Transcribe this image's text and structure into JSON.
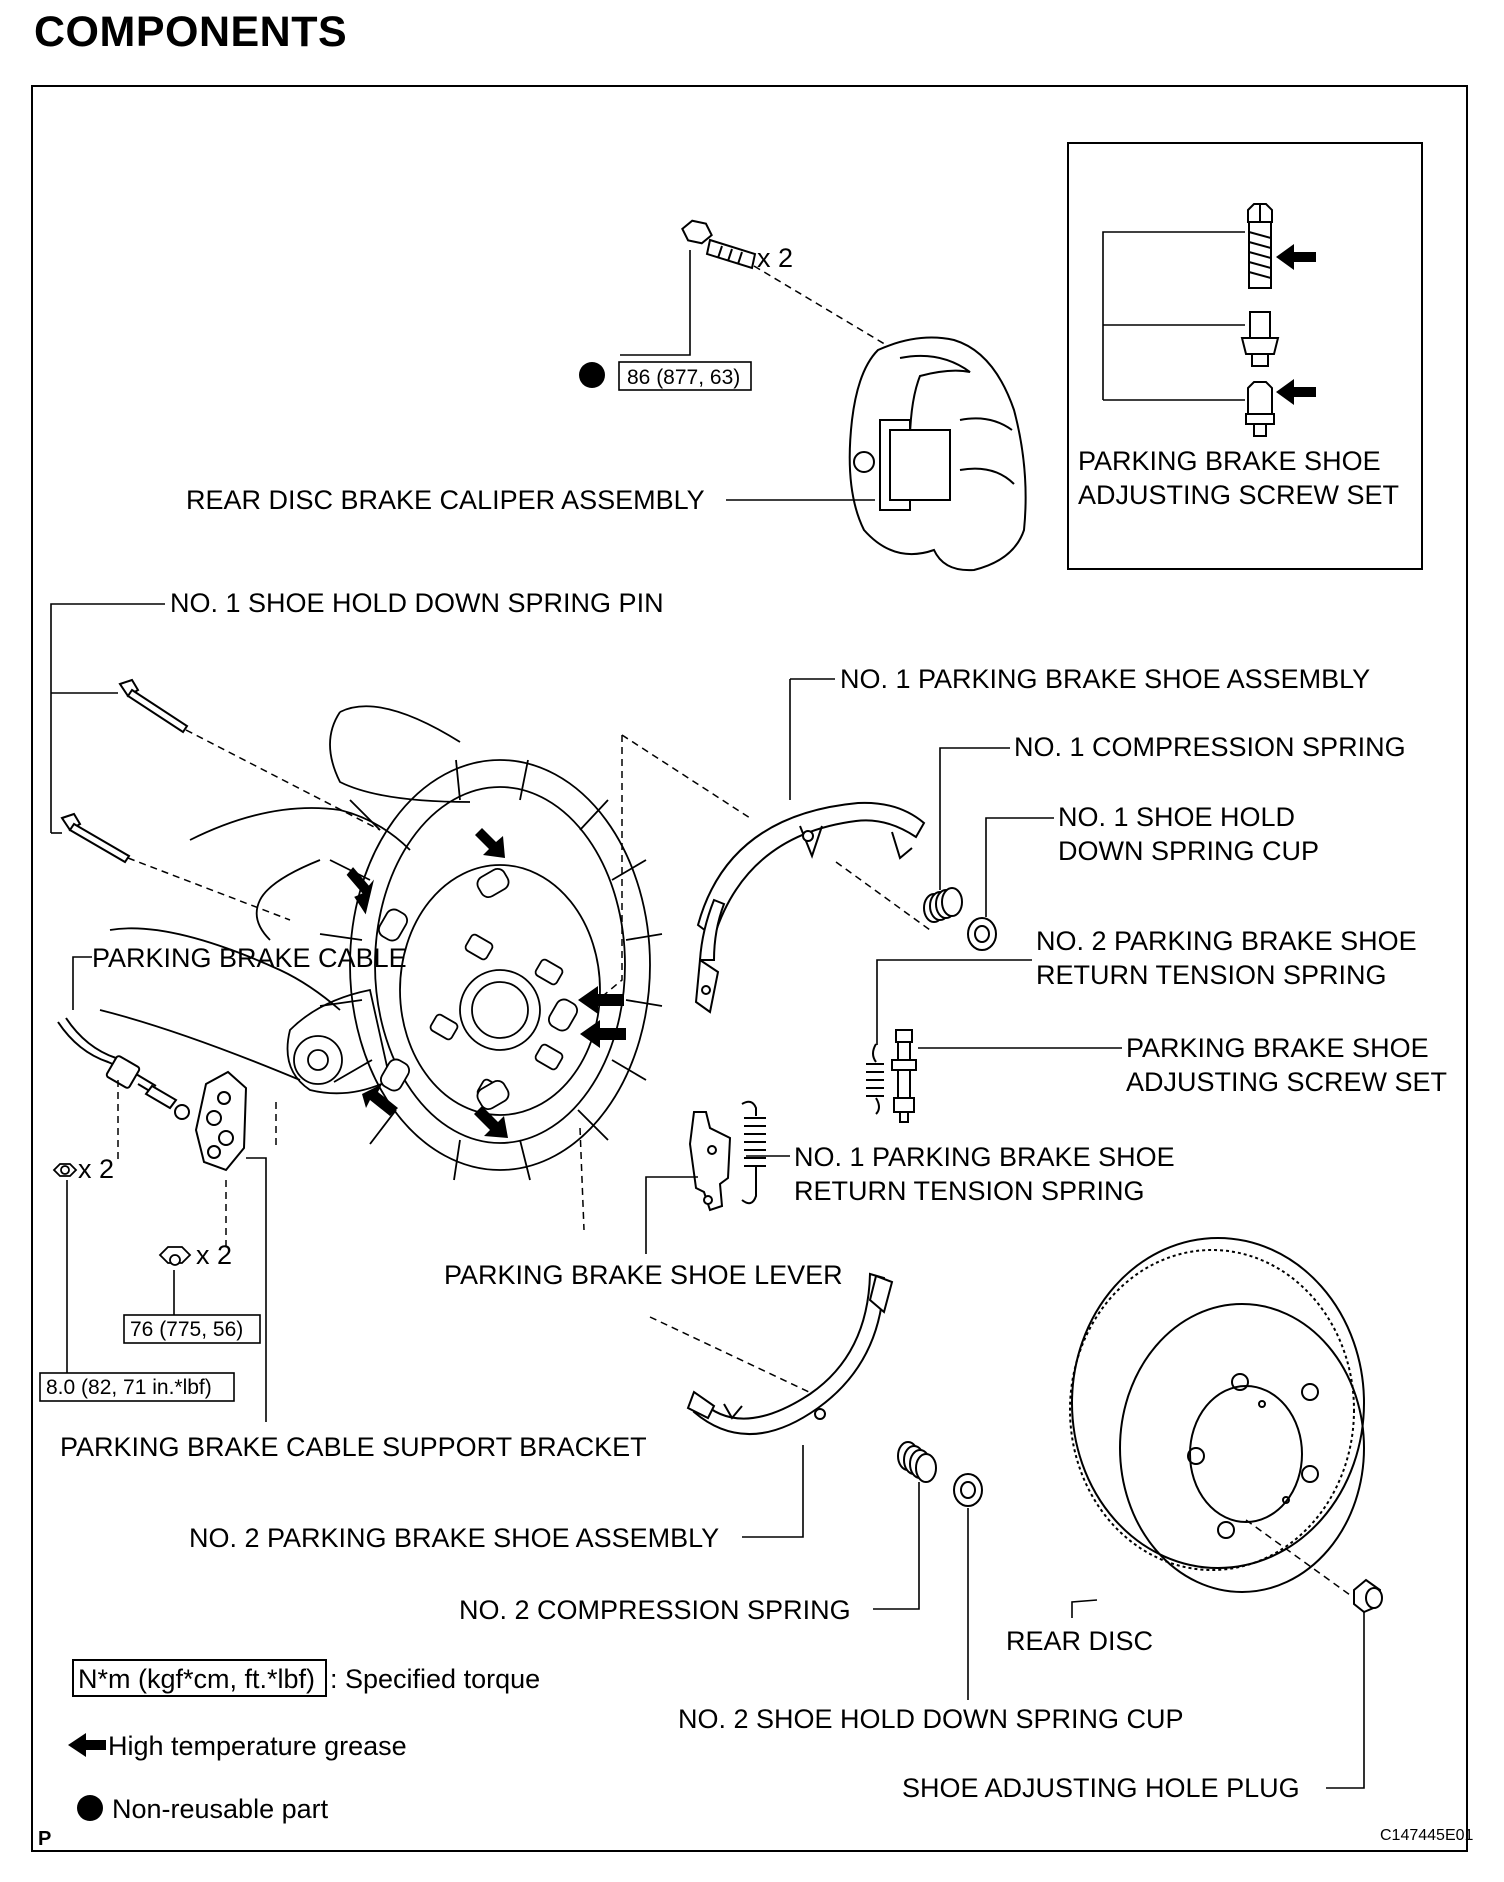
{
  "title": "COMPONENTS",
  "labels": {
    "caliper": "REAR DISC BRAKE CALIPER ASSEMBLY",
    "inset_line1": "PARKING BRAKE SHOE",
    "inset_line2": "ADJUSTING SCREW SET",
    "hold_down_pin": "NO. 1 SHOE HOLD DOWN SPRING PIN",
    "shoe_assy_1": "NO. 1 PARKING BRAKE SHOE ASSEMBLY",
    "compression_spring_1": "NO. 1 COMPRESSION SPRING",
    "cup_1_line1": "NO. 1 SHOE HOLD",
    "cup_1_line2": "DOWN SPRING CUP",
    "cable": "PARKING BRAKE CABLE",
    "return_spring_2_line1": "NO. 2 PARKING BRAKE SHOE",
    "return_spring_2_line2": "RETURN TENSION SPRING",
    "adjusting_set_line1": "PARKING BRAKE SHOE",
    "adjusting_set_line2": "ADJUSTING SCREW SET",
    "return_spring_1_line1": "NO. 1 PARKING BRAKE SHOE",
    "return_spring_1_line2": "RETURN TENSION SPRING",
    "shoe_lever": "PARKING BRAKE SHOE LEVER",
    "support_bracket": "PARKING BRAKE CABLE SUPPORT BRACKET",
    "shoe_assy_2": "NO. 2 PARKING BRAKE SHOE ASSEMBLY",
    "compression_spring_2": "NO. 2 COMPRESSION SPRING",
    "rear_disc": "REAR DISC",
    "cup_2": "NO. 2 SHOE HOLD DOWN SPRING CUP",
    "hole_plug": "SHOE ADJUSTING HOLE PLUG"
  },
  "quantities": {
    "bolt": "x 2",
    "cable_nut": "x 2",
    "bracket_bolt": "x 2"
  },
  "torques": {
    "caliper_bolt": "86 (877, 63)",
    "bracket_bolt": "76 (775, 56)",
    "cable_nut": "8.0 (82, 71 in.*lbf)"
  },
  "legend": {
    "torque_box": "N*m (kgf*cm, ft.*lbf)",
    "torque_text": ": Specified torque",
    "grease_text": "High temperature grease",
    "nonreusable_text": "Non-reusable part"
  },
  "footer": {
    "corner_mark": "P",
    "figure_code": "C147445E01"
  }
}
